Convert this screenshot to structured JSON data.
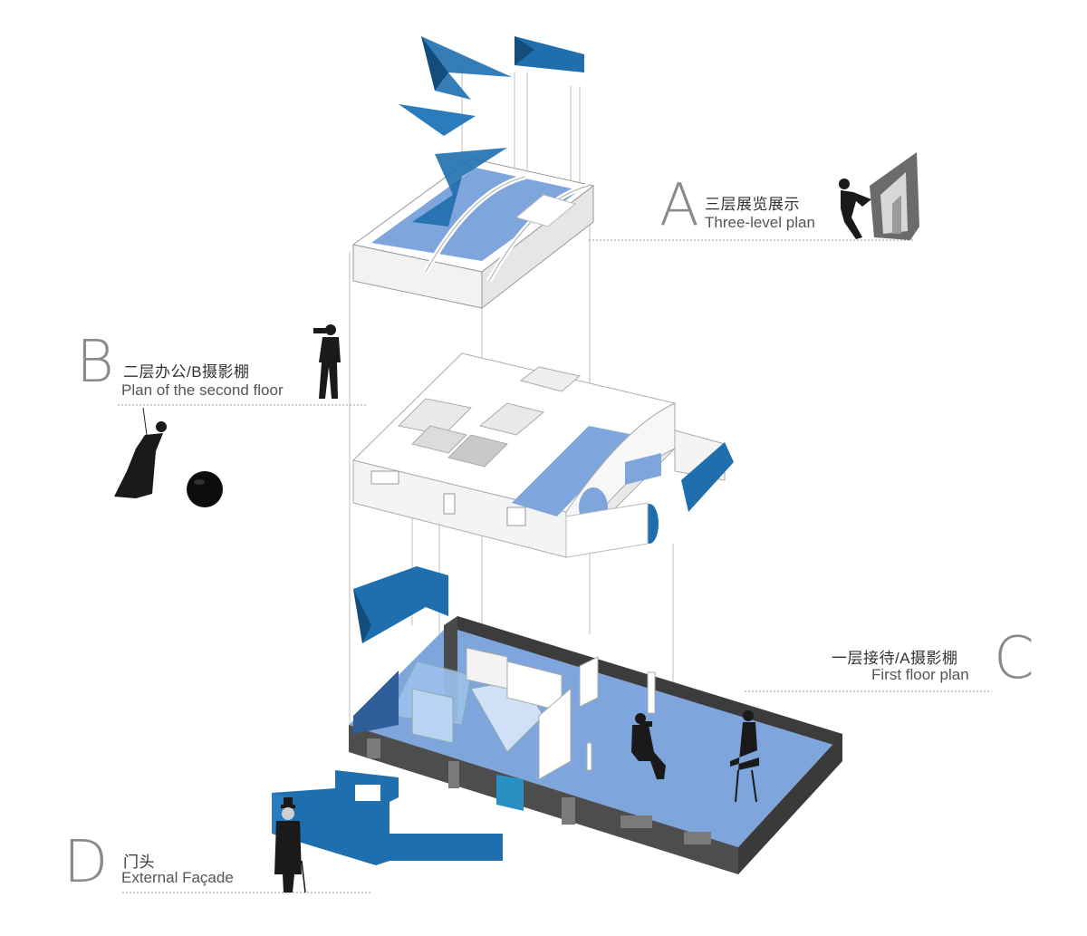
{
  "labels": {
    "a": {
      "letter": "A",
      "zh": "三层展览展示",
      "en": "Three-level plan"
    },
    "b": {
      "letter": "B",
      "zh": "二层办公/B摄影棚",
      "en": "Plan of the second floor"
    },
    "c": {
      "letter": "C",
      "zh": "一层接待/A摄影棚",
      "en": "First floor plan"
    },
    "d": {
      "letter": "D",
      "zh": "门头",
      "en": "External Façade"
    }
  },
  "colors": {
    "accent_blue": "#1f6fae",
    "floor_blue": "#7ea6dc",
    "wall_dark": "#4a4a4a",
    "wall_light": "#f4f4f4"
  }
}
